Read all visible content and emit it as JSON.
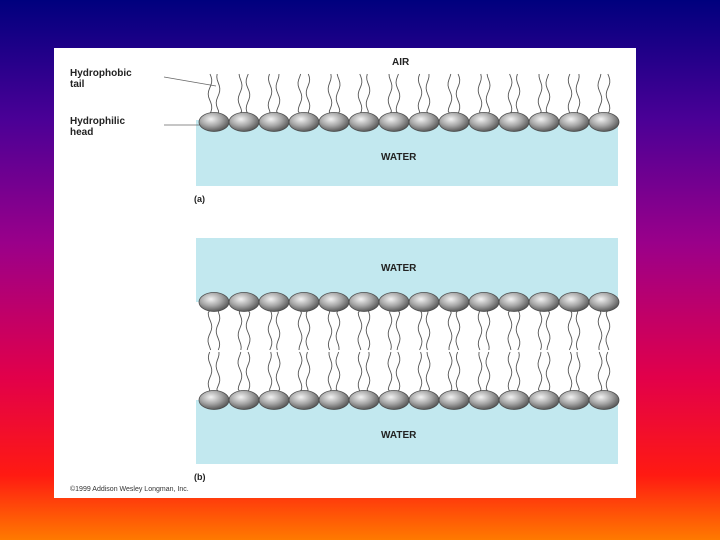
{
  "figure": {
    "air_label": "AIR",
    "tail_label_line1": "Hydrophobic",
    "tail_label_line2": "tail",
    "head_label_line1": "Hydrophilic",
    "head_label_line2": "head",
    "water_label_a": "WATER",
    "panel_a_label": "(a)",
    "water_label_b_top": "WATER",
    "water_label_b_bottom": "WATER",
    "panel_b_label": "(b)",
    "copyright": "©1999 Addison Wesley Longman, Inc."
  },
  "colors": {
    "water": "#c2e8ef",
    "head": "#9c9c9c",
    "tail": "#555555"
  }
}
